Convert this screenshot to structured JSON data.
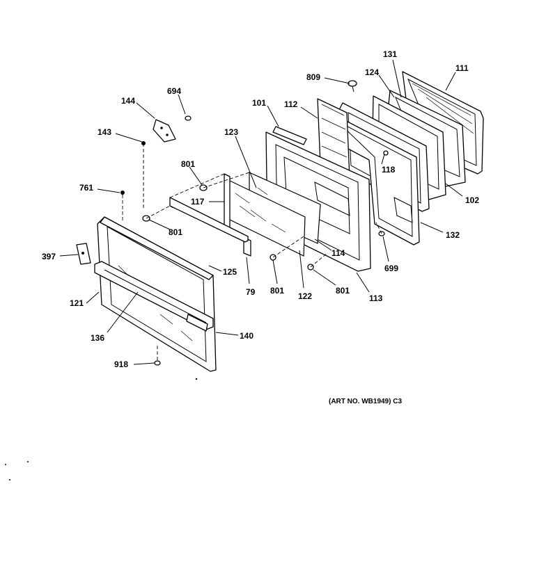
{
  "callouts": {
    "c111": "111",
    "c131": "131",
    "c124": "124",
    "c809": "809",
    "c694": "694",
    "c144": "144",
    "c101": "101",
    "c112": "112",
    "c143": "143",
    "c123": "123",
    "c118": "118",
    "c801a": "801",
    "c761": "761",
    "c117": "117",
    "c102": "102",
    "c132": "132",
    "c801b": "801",
    "c114": "114",
    "c397": "397",
    "c699": "699",
    "c125": "125",
    "c79": "79",
    "c801c": "801",
    "c122": "122",
    "c801d": "801",
    "c113": "113",
    "c121": "121",
    "c136": "136",
    "c140": "140",
    "c918": "918"
  },
  "art_number": "(ART NO. WB1949) C3"
}
